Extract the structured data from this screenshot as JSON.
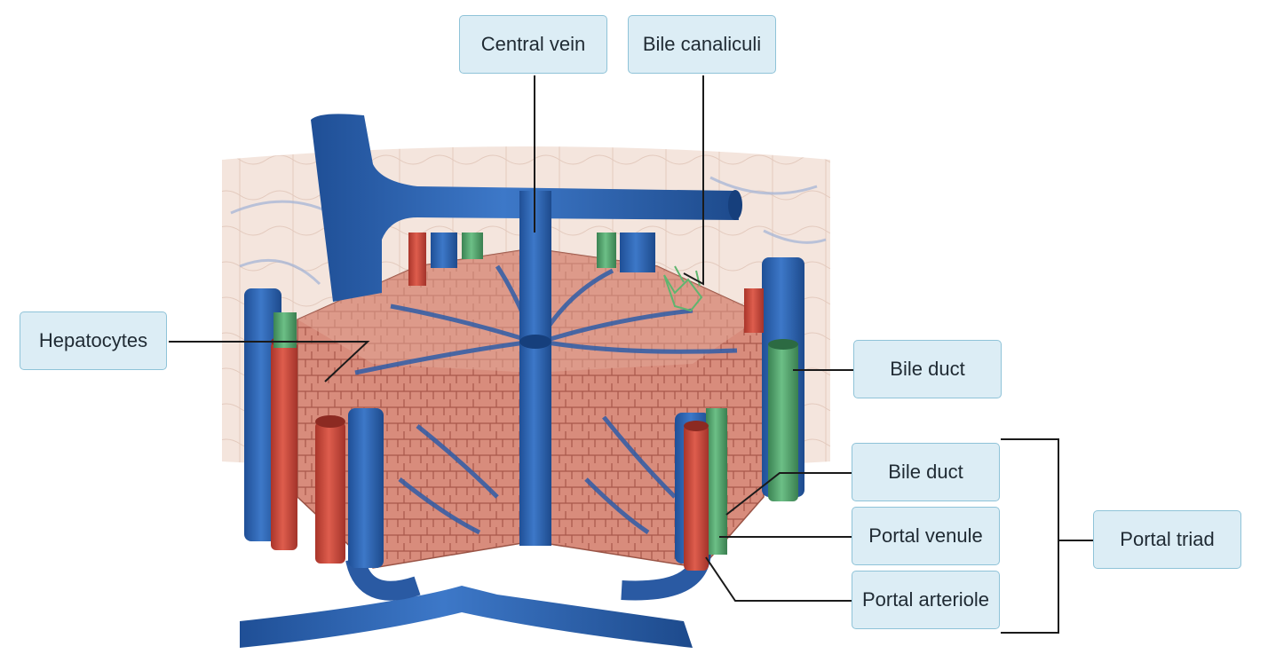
{
  "labels": {
    "central_vein": "Central vein",
    "bile_canaliculi": "Bile canaliculi",
    "hepatocytes": "Hepatocytes",
    "bile_duct_upper": "Bile duct",
    "bile_duct_triad": "Bile duct",
    "portal_venule": "Portal venule",
    "portal_arteriole": "Portal arteriole",
    "portal_triad": "Portal triad"
  },
  "colors": {
    "vein_blue": "#2e63b0",
    "artery_red": "#c8473a",
    "bile_green": "#4fa06a",
    "hepatocyte_pink": "#d98f80",
    "background_tissue": "#f1ddd3",
    "label_fill": "#dcedf5",
    "label_border": "#8fc3d8",
    "leader_line": "#1a1a1a"
  }
}
